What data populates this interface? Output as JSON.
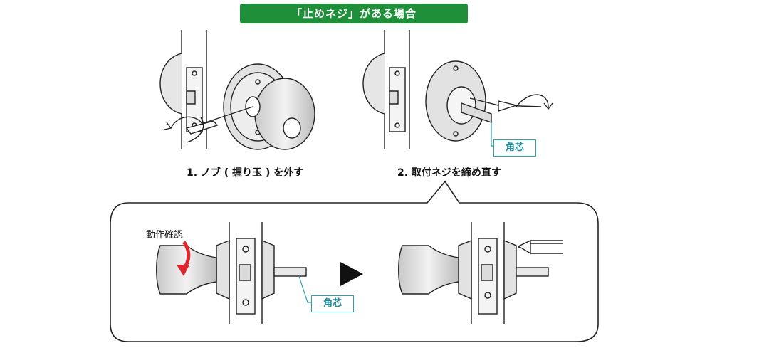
{
  "banner": {
    "title": "「止めネジ」がある場合"
  },
  "steps": [
    {
      "label": "1. ノブ ( 握り玉 ) を外す"
    },
    {
      "label": "2. 取付ネジを締め直す"
    }
  ],
  "tags": {
    "core_top": "角芯",
    "core_bottom": "角芯"
  },
  "detail": {
    "check_label": "動作確認"
  },
  "colors": {
    "banner": "#1f8f3a",
    "tag_border": "#2a9fae",
    "arrow": "#e0262c",
    "metal": "#d9d9d9"
  }
}
